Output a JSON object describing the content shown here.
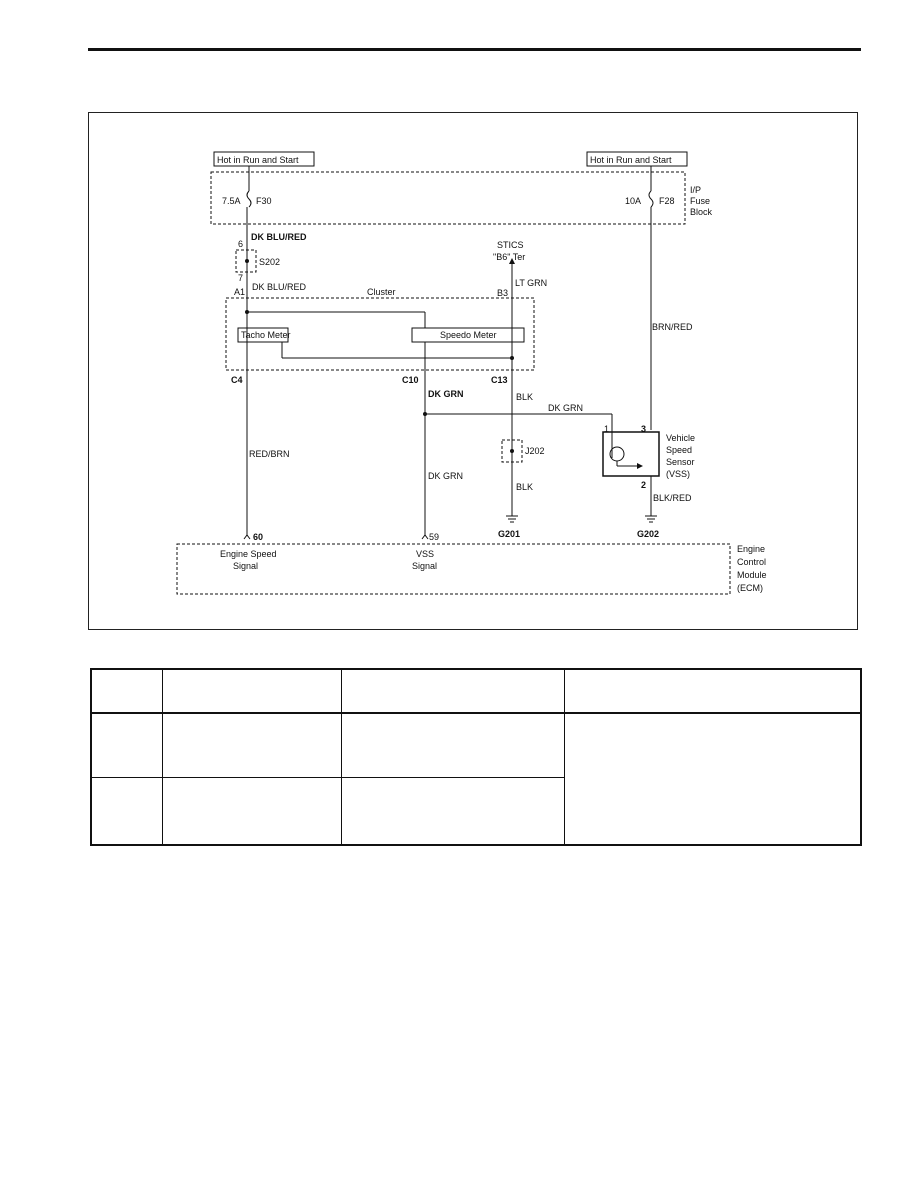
{
  "power": {
    "left_source": "Hot in Run and Start",
    "right_source": "Hot in Run and Start",
    "fuse_block_label": [
      "I/P",
      "Fuse",
      "Block"
    ],
    "fuse_left": {
      "rating": "7.5A",
      "id": "F30"
    },
    "fuse_right": {
      "rating": "10A",
      "id": "F28"
    }
  },
  "splice": {
    "id": "S202",
    "pin_top": "6",
    "pin_bottom": "7"
  },
  "wires": {
    "dk_blu_red_1": "DK BLU/RED",
    "dk_blu_red_2": "DK BLU/RED",
    "lt_grn": "LT GRN",
    "brn_red": "BRN/RED",
    "dk_grn_1": "DK GRN",
    "dk_grn_2": "DK GRN",
    "dk_grn_3": "DK GRN",
    "blk_1": "BLK",
    "blk_2": "BLK",
    "red_brn": "RED/BRN",
    "blk_red": "BLK/RED"
  },
  "stics": {
    "line1": "STICS",
    "line2": "\"B6\" Ter"
  },
  "cluster": {
    "label": "Cluster",
    "tacho": "Tacho Meter",
    "speedo": "Speedo Meter",
    "pin_a1": "A1",
    "pin_b3": "B3",
    "pin_c4": "C4",
    "pin_c10": "C10",
    "pin_c13": "C13"
  },
  "junction": {
    "id": "J202"
  },
  "vss": {
    "label": [
      "Vehicle",
      "Speed",
      "Sensor",
      "(VSS)"
    ],
    "pin1": "1",
    "pin2": "2",
    "pin3": "3"
  },
  "grounds": {
    "g201": "G201",
    "g202": "G202"
  },
  "ecm": {
    "label": [
      "Engine",
      "Control",
      "Module",
      "(ECM)"
    ],
    "pin60": "60",
    "pin59": "59",
    "engine_speed": [
      "Engine Speed",
      "Signal"
    ],
    "vss_signal": [
      "VSS",
      "Signal"
    ]
  },
  "table": {
    "columns": 4,
    "rows": 3,
    "cells_text": []
  }
}
